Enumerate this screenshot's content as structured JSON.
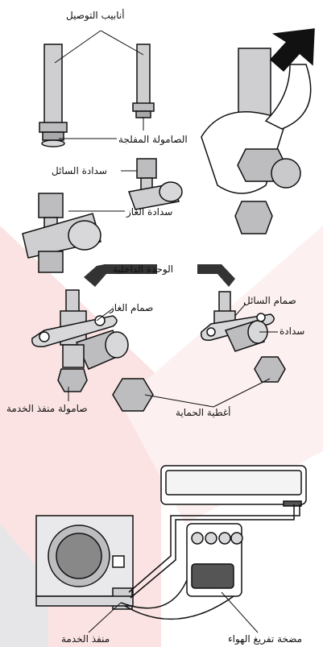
{
  "labels": {
    "connection_pipes": "أنابيب التوصيل",
    "flare_nut": "الصامولة المفلجة",
    "liquid_cap": "سدادة السائل",
    "gas_cap": "سدادة الغاز",
    "indoor_unit": "الوحدة الداخلية",
    "liquid_valve": "صمام السائل",
    "gas_valve": "صمام الغاز",
    "cap": "سدادة",
    "service_port_nut": "صامولة منفذ الخدمة",
    "protective_covers": "أغطية الحماية",
    "service_port": "منفذ الخدمة",
    "vacuum_pump": "مضخة تفريغ الهواء"
  },
  "colors": {
    "accent_pink": "#fbe3e3",
    "shadow_gray": "#e6e6e8",
    "line": "#111111"
  }
}
